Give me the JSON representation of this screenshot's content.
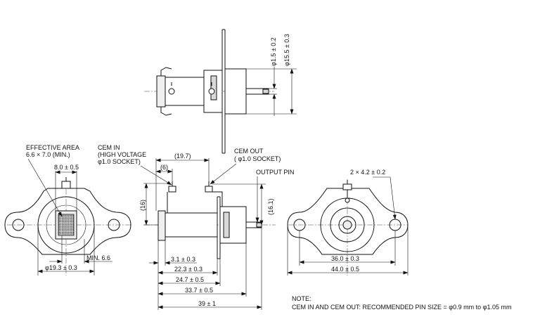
{
  "labels": {
    "effective_area_title": "EFFECTIVE AREA",
    "effective_area_size": "6.6 × 7.0 (MIN.)",
    "cem_in_line1": "CEM IN",
    "cem_in_line2": "(HIGH VOLTAGE",
    "cem_in_line3": "φ1.0 SOCKET)",
    "cem_out_line1": "CEM OUT",
    "cem_out_line2": "( φ1.0 SOCKET)",
    "output_pin": "OUTPUT PIN"
  },
  "dimensions": {
    "top_pin_dia": "φ1.5 ± 0.2",
    "top_body_dia": "φ15.5 ± 0.3",
    "left_window_width": "8.0 ± 0.5",
    "left_min": "MIN. 6.6",
    "left_body_dia": "φ19.3 ± 0.3",
    "mid_19_7": "(19.7)",
    "mid_6": "(6)",
    "mid_16": "(16)",
    "mid_16_1": "(16.1)",
    "mid_3_1": "3.1 ± 0.3",
    "mid_22_3": "22.3 ± 0.3",
    "mid_24_7": "24.7 ± 0.5",
    "mid_33_7": "33.7 ± 0.5",
    "mid_39": "39 ± 1",
    "right_holes": "2 × 4.2 ± 0.2",
    "right_36": "36.0 ± 0.3",
    "right_44": "44.0 ± 0.5"
  },
  "note": {
    "title": "NOTE:",
    "text": "CEM IN AND CEM OUT: RECOMMENDED PIN SIZE = φ0.9 mm to φ1.05 mm"
  }
}
